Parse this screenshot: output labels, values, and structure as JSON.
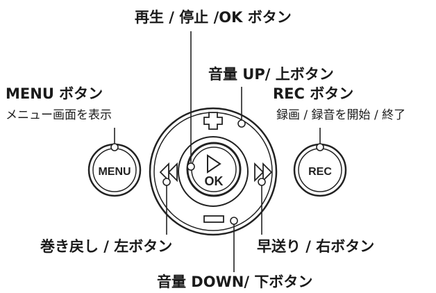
{
  "labels": {
    "play_ok": "再生 / 停止 /OK ボタン",
    "vol_up": "音量 UP/ 上ボタン",
    "menu": "MENU ボタン",
    "menu_desc": "メニュー画面を表示",
    "rec": "REC ボタン",
    "rec_desc": "録画 / 録音を開始 / 終了",
    "rewind": "巻き戻し / 左ボタン",
    "forward": "早送り / 右ボタン",
    "vol_down": "音量 DOWN/ 下ボタン"
  },
  "buttons": {
    "menu": "MENU",
    "rec": "REC",
    "ok": "OK",
    "plus": "+",
    "minus": "−"
  },
  "icons": {
    "play": "play-triangle-icon",
    "rewind": "rewind-icon",
    "forward": "fast-forward-icon"
  }
}
